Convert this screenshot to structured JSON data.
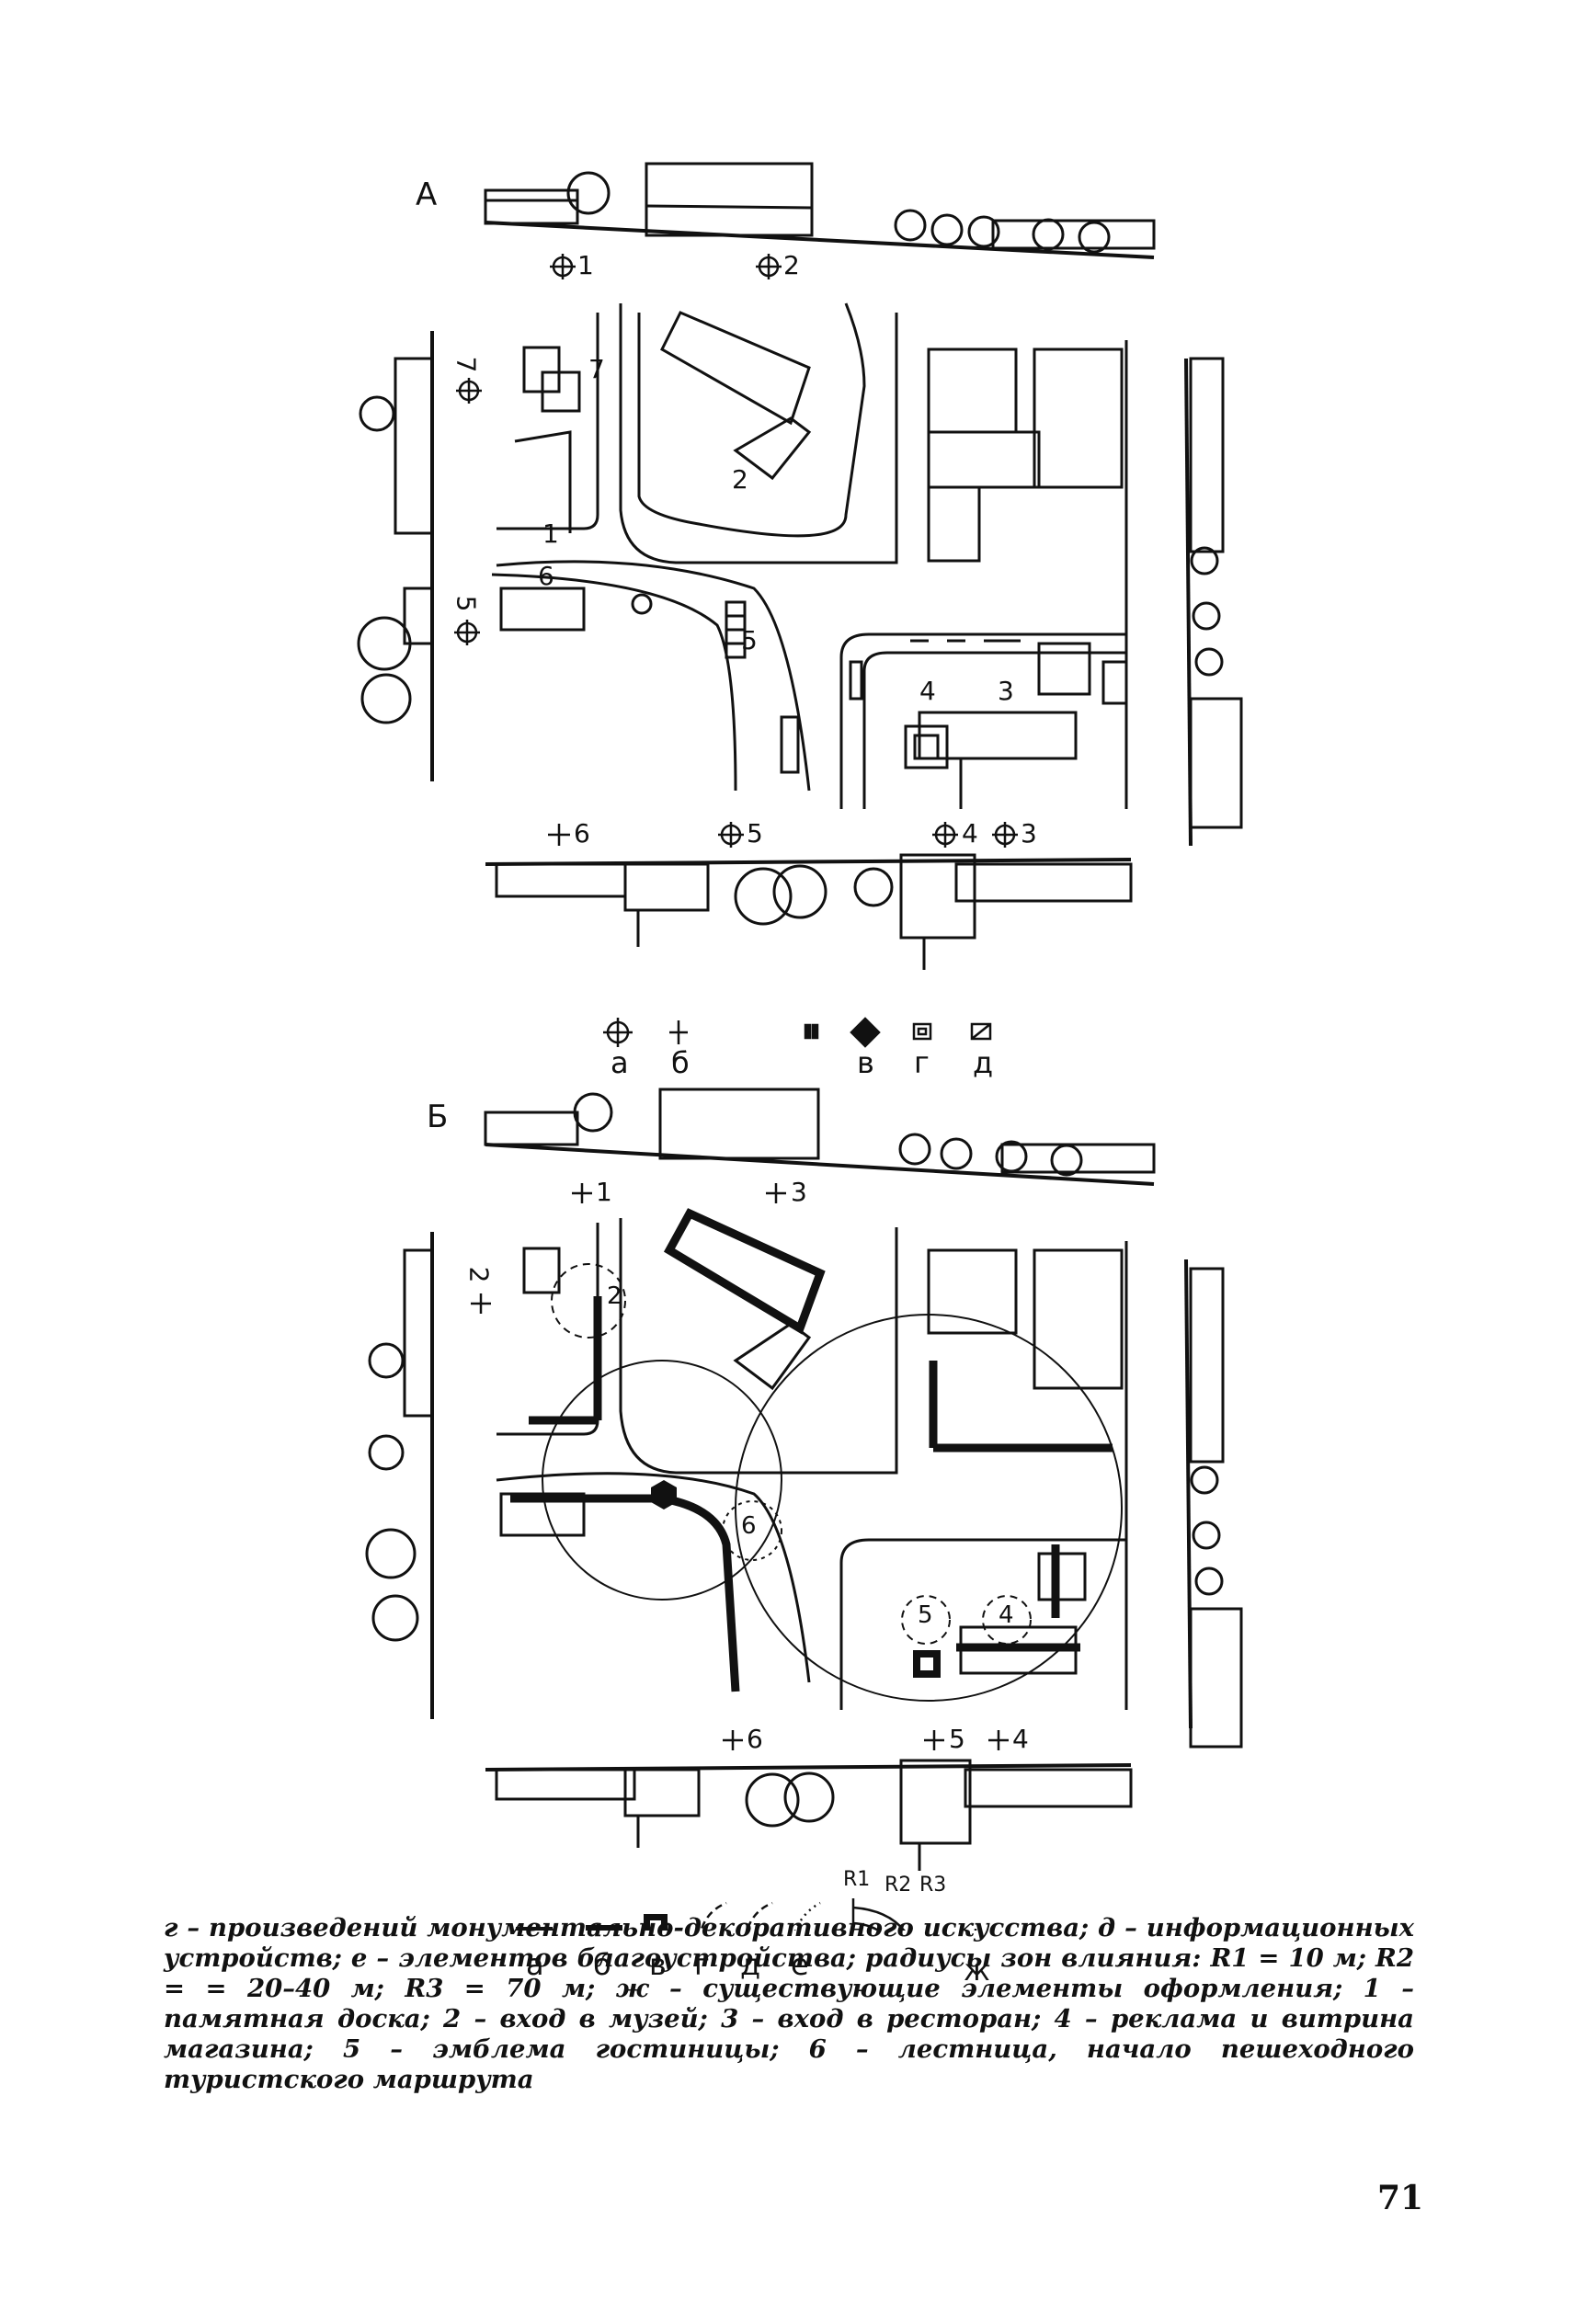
{
  "figure_a": {
    "label": "А",
    "markers": [
      "1",
      "2",
      "7",
      "5",
      "6",
      "5",
      "4",
      "3"
    ],
    "plan_numbers": [
      "7",
      "2",
      "1",
      "6",
      "5",
      "4",
      "3"
    ]
  },
  "legend_1": {
    "labels": [
      "а",
      "б",
      "в",
      "г",
      "д"
    ]
  },
  "figure_b": {
    "label": "Б",
    "markers": [
      "1",
      "3",
      "2",
      "6",
      "5",
      "4"
    ],
    "plan_numbers": [
      "2",
      "6",
      "5",
      "4"
    ]
  },
  "legend_2": {
    "labels": [
      "а",
      "б",
      "в",
      "г",
      "д",
      "е",
      "ж"
    ],
    "radii": [
      "R1",
      "R2",
      "R3"
    ]
  },
  "caption": "г – произведений монументально-декоративного искусства; д – информационных устройств; е – элементов благоустройства; радиусы зон влияния: R1 = 10 м; R2 = = 20–40 м; R3 = 70 м; ж – существующие элементы оформления; 1 – памятная доска; 2 – вход в музей; 3 – вход в ресторан; 4 – реклама и витрина магазина; 5 – эмблема гостиницы; 6 – лестница, начало пешеходного туристского маршрута",
  "page_number": "71"
}
